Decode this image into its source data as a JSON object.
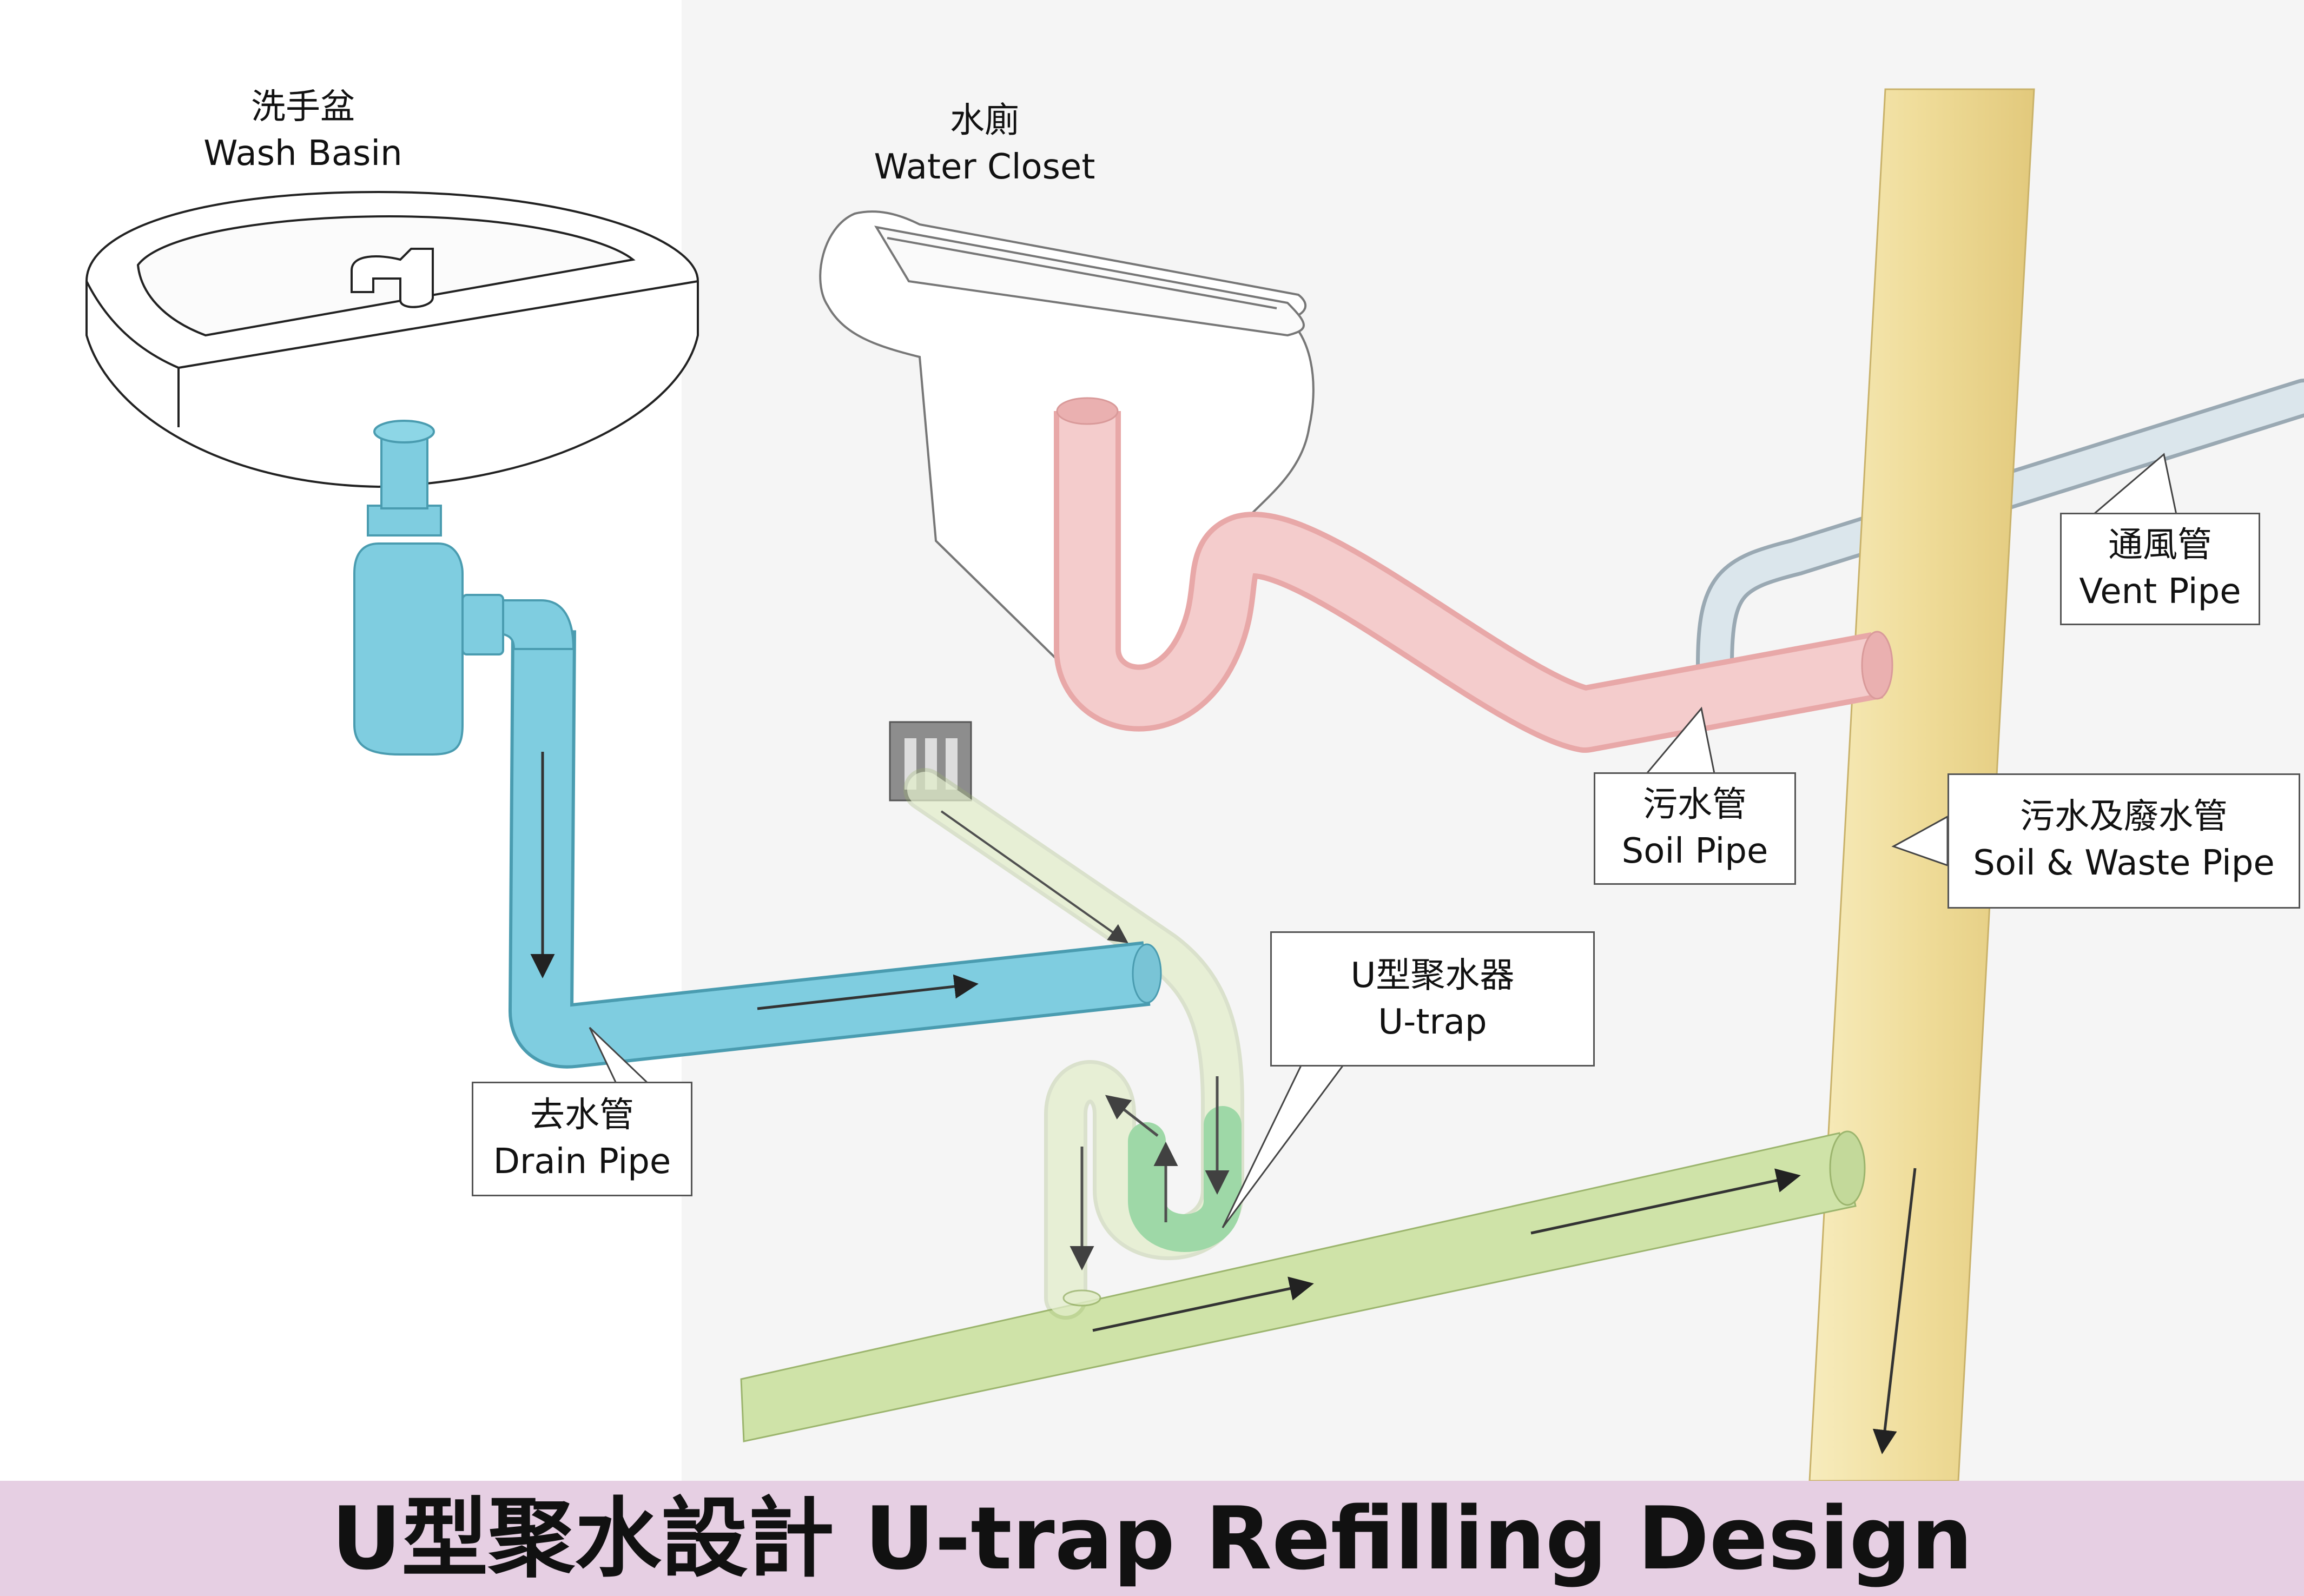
{
  "labels": {
    "wash_basin": {
      "zh": "洗手盆",
      "en": "Wash Basin"
    },
    "water_closet": {
      "zh": "水廁",
      "en": "Water Closet"
    },
    "vent_pipe": {
      "zh": "通風管",
      "en": "Vent Pipe"
    },
    "soil_pipe": {
      "zh": "污水管",
      "en": "Soil Pipe"
    },
    "soil_waste_pipe": {
      "zh": "污水及廢水管",
      "en": "Soil &  Waste Pipe"
    },
    "u_trap": {
      "zh": "U型聚水器",
      "en": "U-trap"
    },
    "drain_pipe": {
      "zh": "去水管",
      "en": "Drain Pipe"
    }
  },
  "banner": {
    "title": "U型聚水設計 U-trap Refilling Design"
  },
  "colors": {
    "drain_pipe": "#7fcde0",
    "soil_pipe": "#f2c4c4",
    "vent_pipe": "#d6e3ea",
    "stack": "#f0e1a0",
    "waste_pipe": "#cfe3a8",
    "utrap_water": "#8fd49a",
    "banner": "#e6cfe3"
  }
}
